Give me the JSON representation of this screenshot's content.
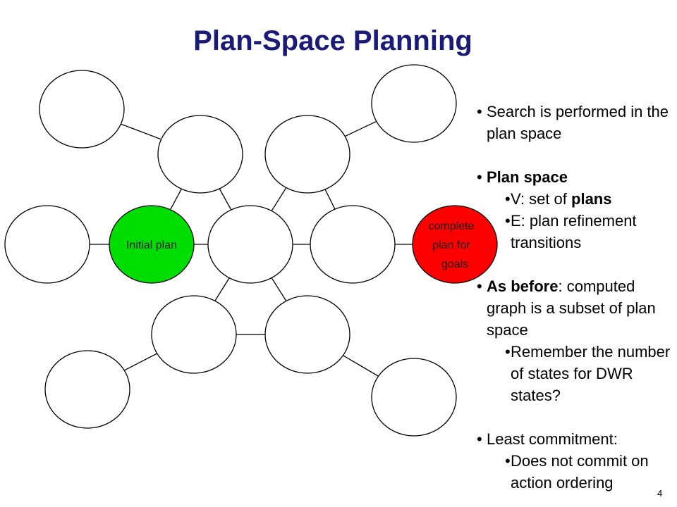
{
  "title": "Plan-Space Planning",
  "colors": {
    "title": "#1a1a7a",
    "initial_fill": "#00dd00",
    "goal_fill": "#ff0000",
    "node_stroke": "#000000"
  },
  "diagram": {
    "initial_label": "Initial plan",
    "goal_label": [
      "complete",
      "plan for",
      "goals"
    ]
  },
  "bullets": [
    {
      "level": 1,
      "parts": [
        {
          "text": "Search is performed in the plan space"
        }
      ]
    },
    {
      "level": 0
    },
    {
      "level": 1,
      "parts": [
        {
          "text": "Plan space",
          "bold": true
        }
      ]
    },
    {
      "level": 2,
      "parts": [
        {
          "text": "V: set of "
        },
        {
          "text": "plans",
          "bold": true
        }
      ]
    },
    {
      "level": 2,
      "parts": [
        {
          "text": "E: plan refinement transitions"
        }
      ]
    },
    {
      "level": 0
    },
    {
      "level": 1,
      "parts": [
        {
          "text": "As before",
          "bold": true
        },
        {
          "text": ": computed graph is a subset of plan space"
        }
      ]
    },
    {
      "level": 2,
      "parts": [
        {
          "text": "Remember the number of states for DWR states?"
        }
      ]
    },
    {
      "level": 0
    },
    {
      "level": 1,
      "parts": [
        {
          "text": "Least commitment:"
        }
      ]
    },
    {
      "level": 2,
      "parts": [
        {
          "text": "Does not commit on action ordering"
        }
      ]
    }
  ],
  "page_number": "4"
}
